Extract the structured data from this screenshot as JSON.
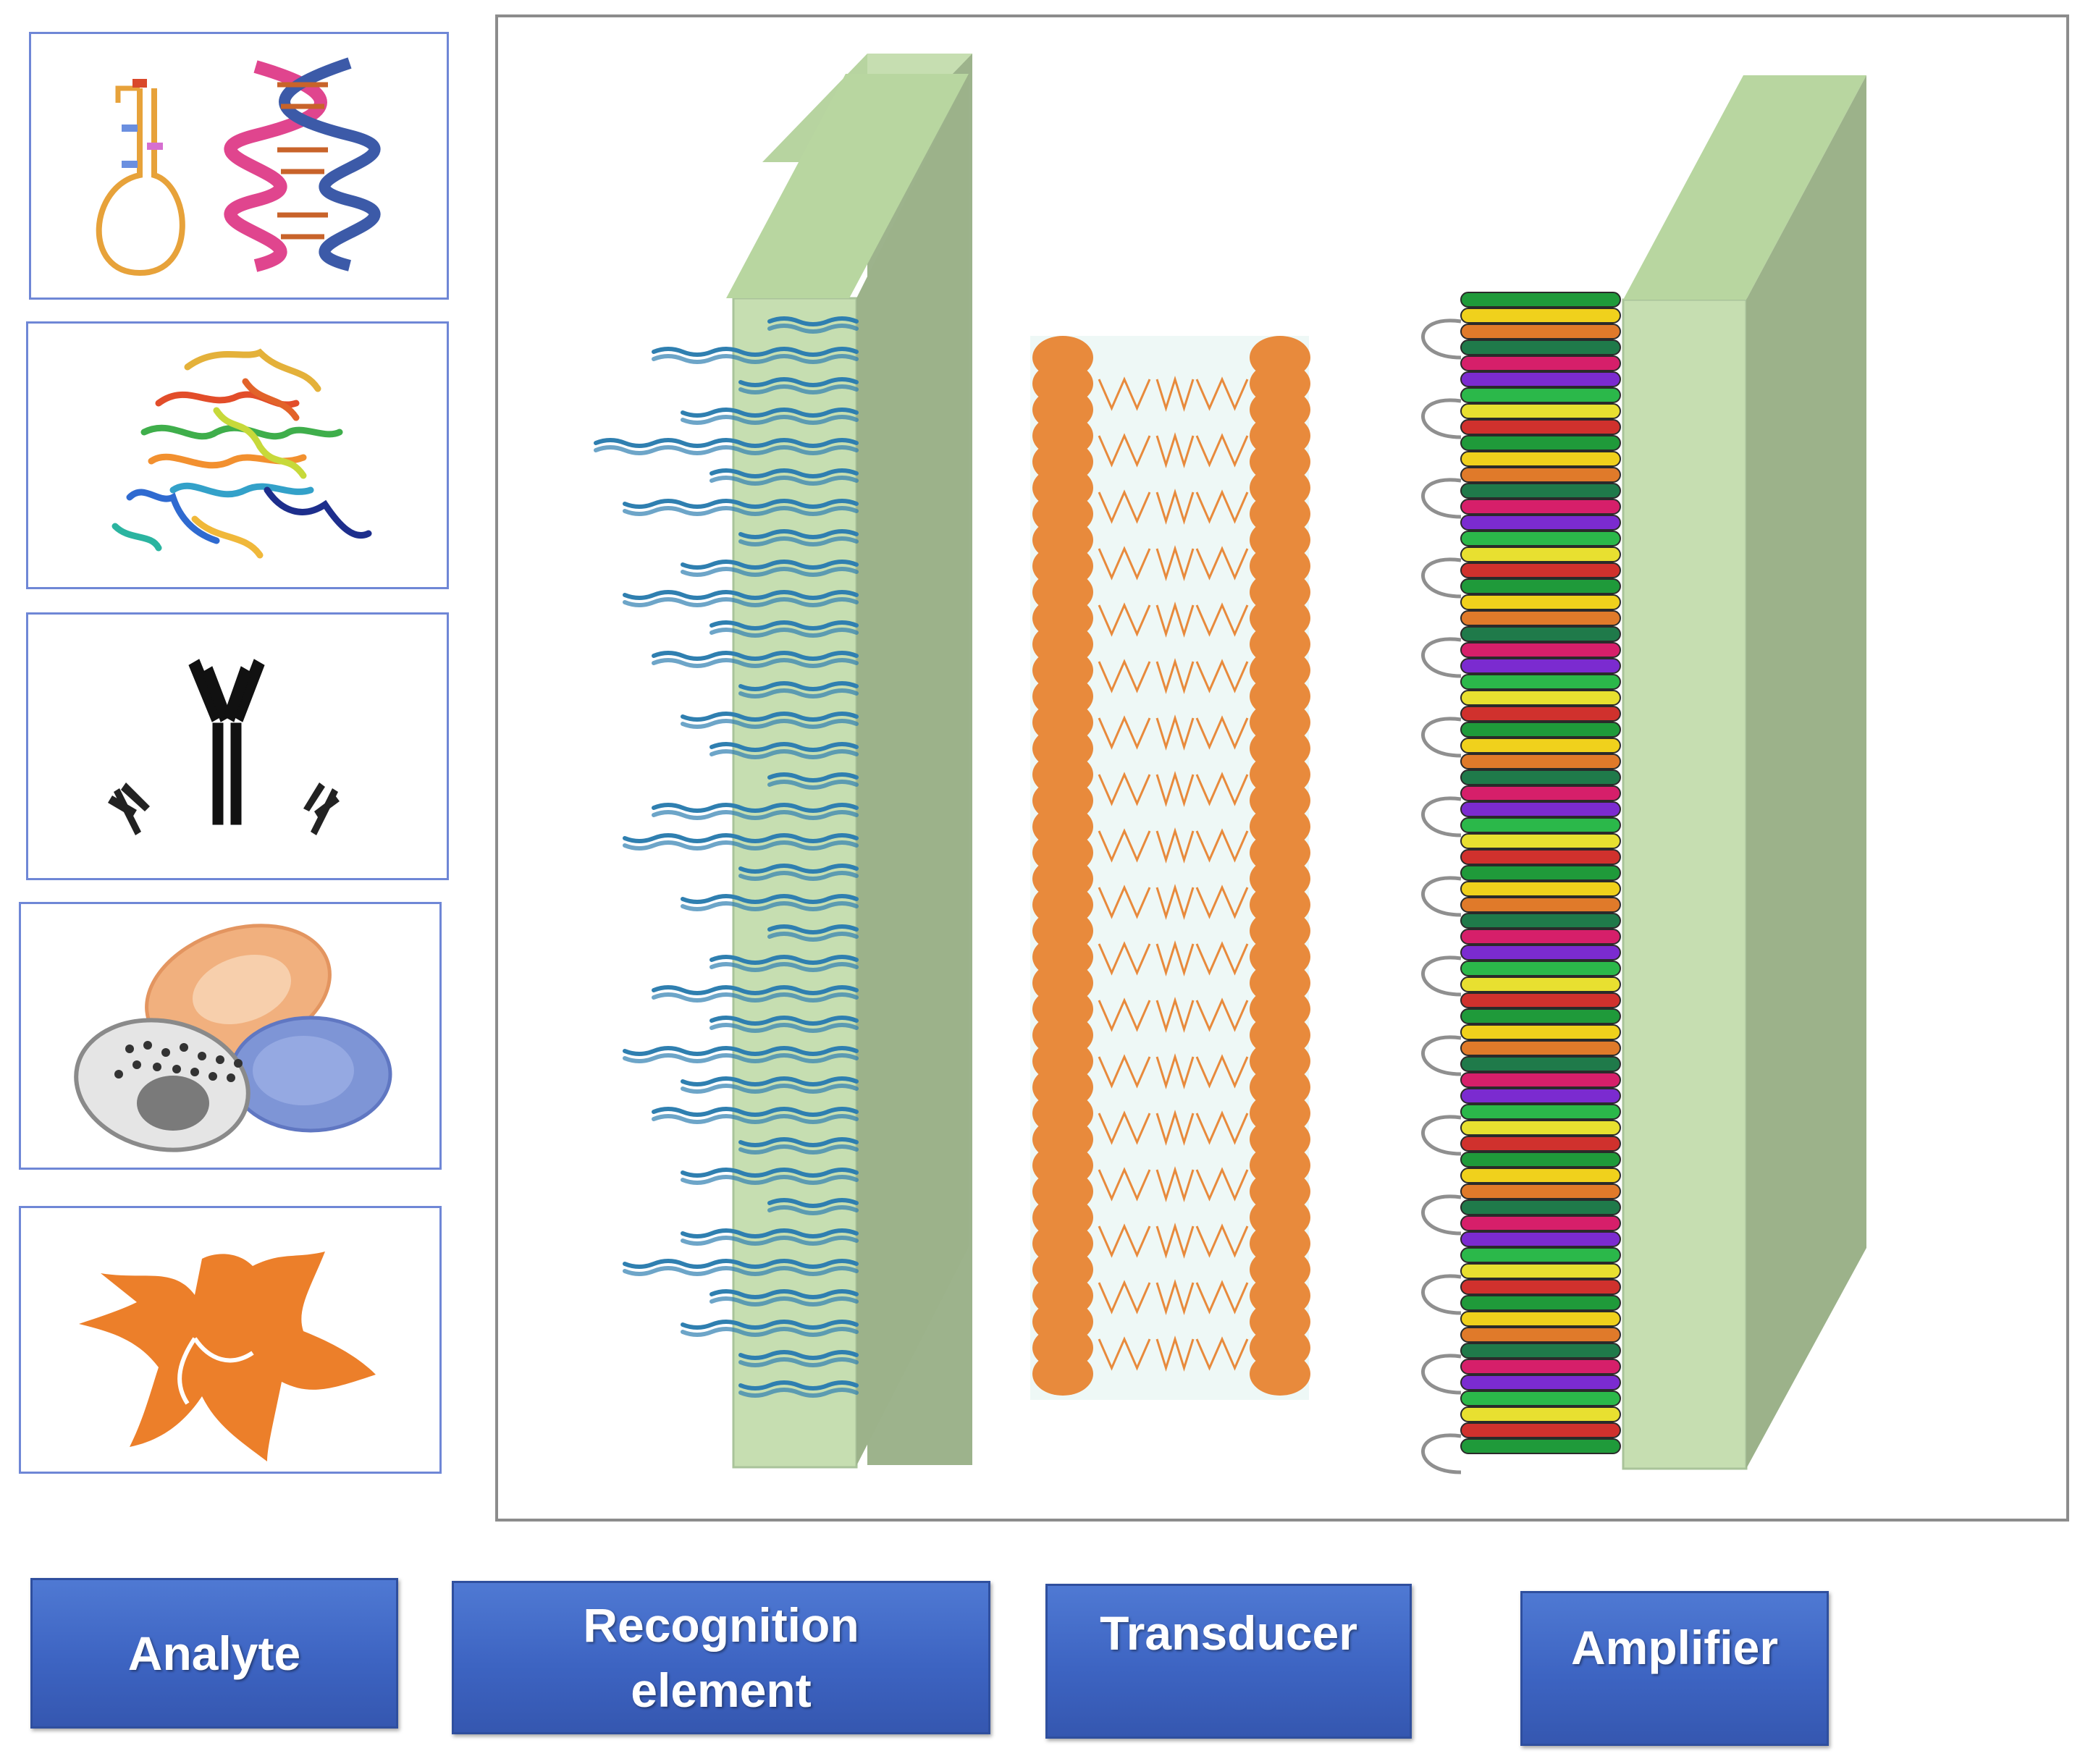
{
  "labels": {
    "analyte": "Analyte",
    "recognition_line1": "Recognition",
    "recognition_line2": "element",
    "transducer": "Transducer",
    "amplifier": "Amplifier"
  },
  "colors": {
    "panel_front": "#c6deb1",
    "panel_side": "#9db38c",
    "recognition_strands": "#2f7fb0",
    "membrane": "#e88a3c",
    "label_fill": "#4469c6"
  }
}
